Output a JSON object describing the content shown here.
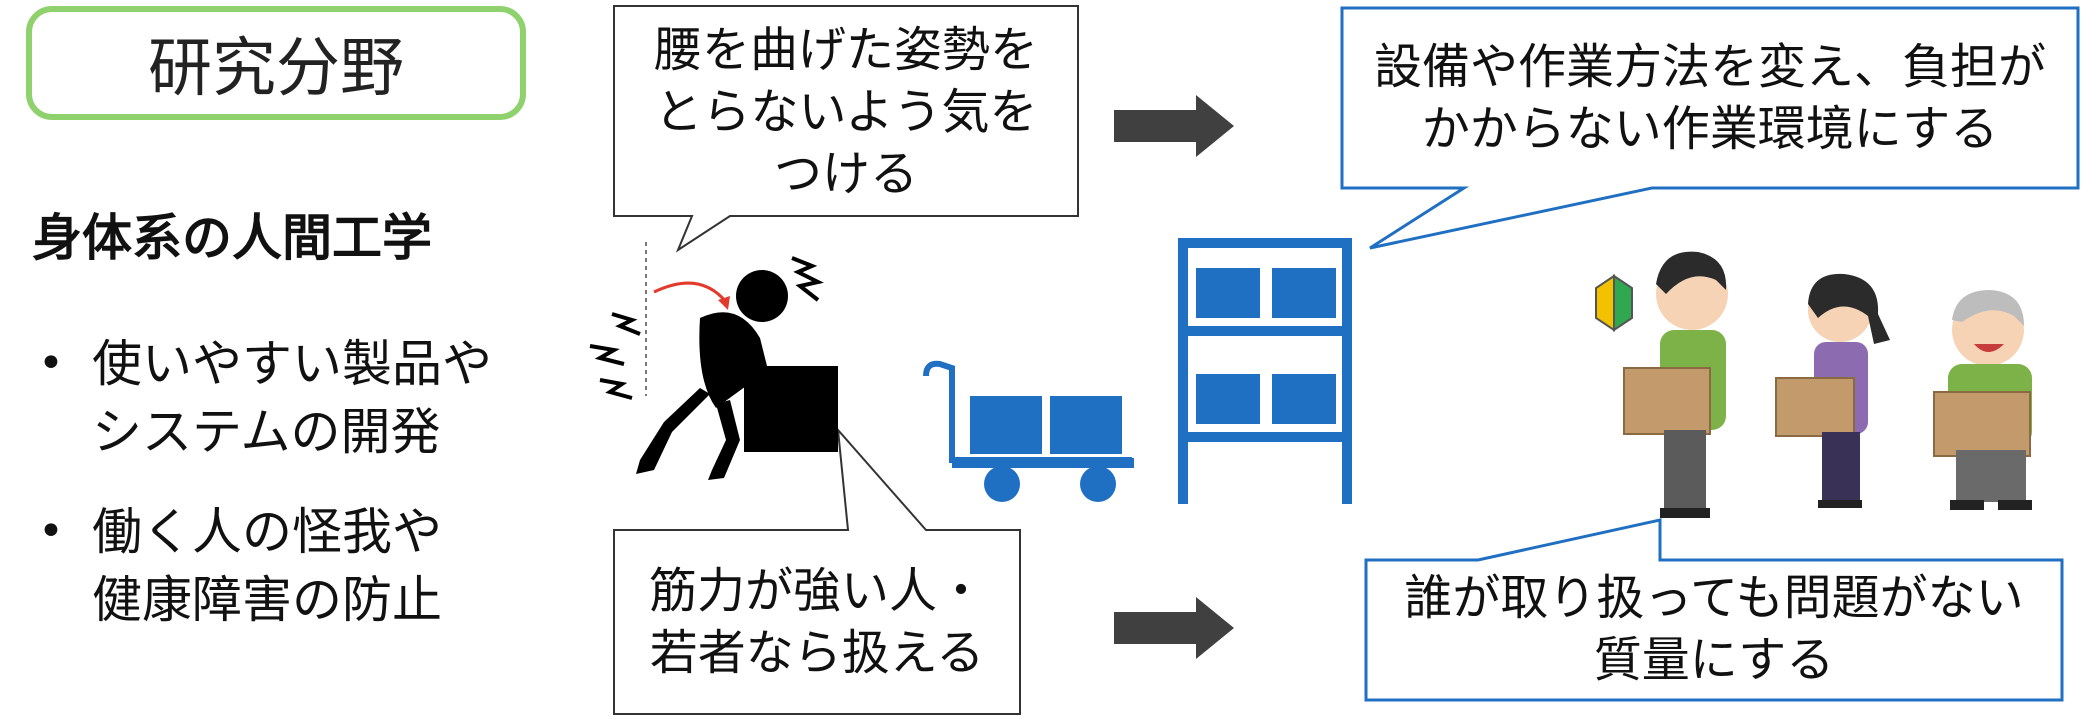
{
  "title": "研究分野",
  "heading": "身体系の人間工学",
  "bullets": [
    "使いやすい製品や\nシステムの開発",
    "働く人の怪我や\n健康障害の防止"
  ],
  "callouts": {
    "posture": "腰を曲げた姿勢を\nとらないよう気を\nつける",
    "strength": "筋力が強い人・\n若者なら扱える",
    "environment": "設備や作業方法を変え、負担が\nかからない作業環境にする",
    "weight": "誰が取り扱っても問題がない\n質量にする"
  },
  "colors": {
    "title_border": "#8fd16d",
    "accent_blue": "#1f6fc2",
    "arrow_gray": "#404040",
    "black_figure": "#000000",
    "pain_red": "#e23a2c"
  },
  "icons": [
    "strained-worker-icon",
    "hand-truck-icon",
    "storage-shelf-icon",
    "worker-group-icon",
    "beginner-mark-icon"
  ]
}
